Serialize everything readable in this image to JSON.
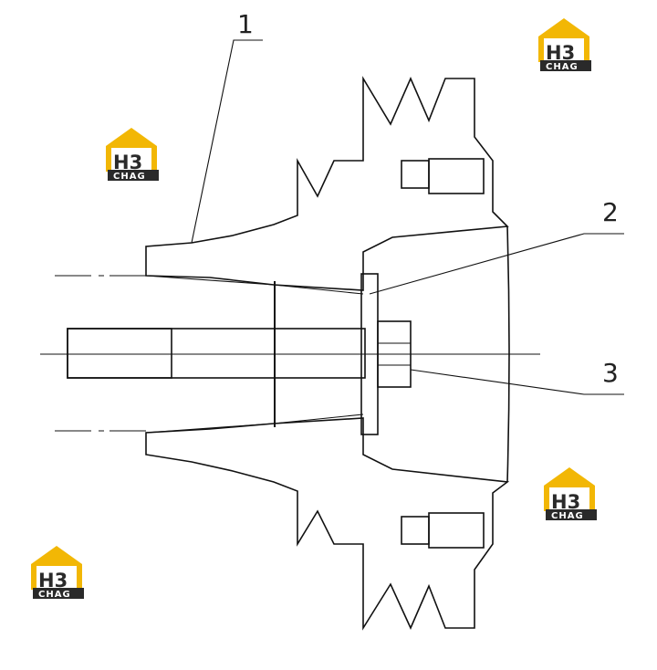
{
  "callouts": [
    {
      "label": "1"
    },
    {
      "label": "2"
    },
    {
      "label": "3"
    }
  ],
  "watermark": {
    "letters": "H3",
    "subtext": "CHAG",
    "accent_color": "#f2b705",
    "dark_color": "#2a2a2a"
  },
  "colors": {
    "line": "#111111",
    "background": "#ffffff"
  }
}
